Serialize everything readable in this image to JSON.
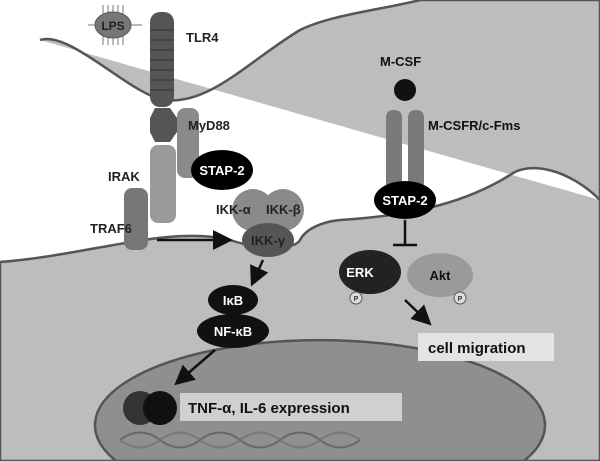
{
  "labels": {
    "lps": "LPS",
    "tlr4": "TLR4",
    "myd88": "MyD88",
    "stap2_left": "STAP-2",
    "irak": "IRAK",
    "traf6": "TRAF6",
    "ikk_alpha": "IKK-α",
    "ikk_beta": "IKK-β",
    "ikk_gamma": "IKK-γ",
    "ikb": "IκB",
    "nfkb": "NF-κB",
    "expression": "TNF-α, IL-6 expression",
    "mcsf": "M-CSF",
    "mcsfr": "M-CSFR/c-Fms",
    "stap2_right": "STAP-2",
    "erk": "ERK",
    "akt": "Akt",
    "phospho": "P",
    "migration": "cell migration"
  },
  "colors": {
    "cell": "#bdbdbd",
    "nucleus": "#8f8f8f",
    "outline": "#5a5a5a",
    "stap2": "#000000"
  }
}
